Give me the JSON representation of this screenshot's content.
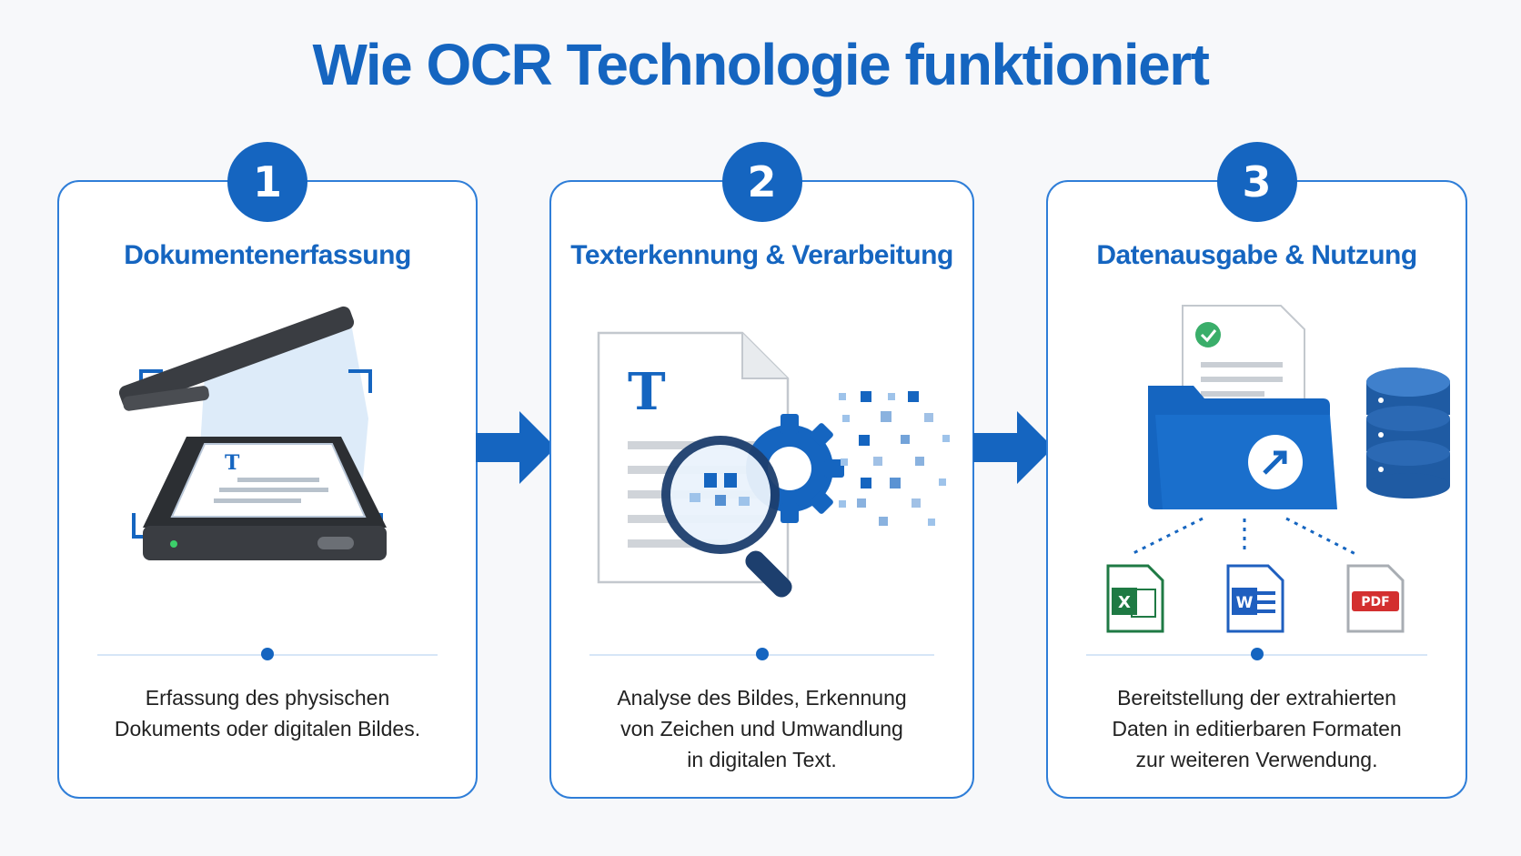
{
  "title": "Wie OCR Technologie funktioniert",
  "colors": {
    "primary": "#1565c0",
    "border": "#2f7ed8",
    "excel": "#1f7a44",
    "word": "#1f5fbf",
    "pdf": "#d32f2f"
  },
  "steps": [
    {
      "number": "1",
      "title": "Dokumentenerfassung",
      "description_lines": [
        "Erfassung des physischen",
        "Dokuments oder digitalen Bildes."
      ],
      "icon": "scanner-icon"
    },
    {
      "number": "2",
      "title": "Texterkennung & Verarbeitung",
      "description_lines": [
        "Analyse des Bildes, Erkennung",
        "von Zeichen und Umwandlung",
        "in digitalen Text."
      ],
      "icon": "magnifier-document-icon"
    },
    {
      "number": "3",
      "title": "Datenausgabe & Nutzung",
      "description_lines": [
        "Bereitstellung der extrahierten",
        "Daten in editierbaren Formaten",
        "zur weiteren Verwendung."
      ],
      "icon": "folder-export-icon",
      "formats": [
        {
          "label": "X",
          "icon": "excel-file-icon"
        },
        {
          "label": "W",
          "icon": "word-file-icon"
        },
        {
          "label": "PDF",
          "icon": "pdf-file-icon"
        }
      ]
    }
  ]
}
